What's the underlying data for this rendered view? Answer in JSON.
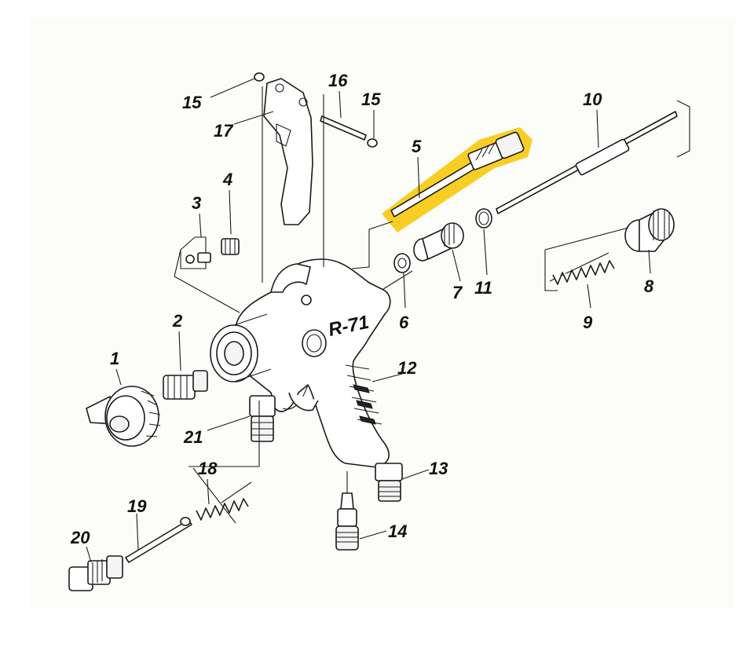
{
  "diagram": {
    "model_label": "R-71",
    "highlight_color": "#f7c600",
    "background_color": "#fcfcf9",
    "highlighted_part": "5",
    "callouts": [
      "1",
      "2",
      "3",
      "4",
      "5",
      "6",
      "7",
      "8",
      "9",
      "10",
      "11",
      "12",
      "13",
      "14",
      "15",
      "15",
      "16",
      "17",
      "18",
      "19",
      "20",
      "21"
    ]
  }
}
